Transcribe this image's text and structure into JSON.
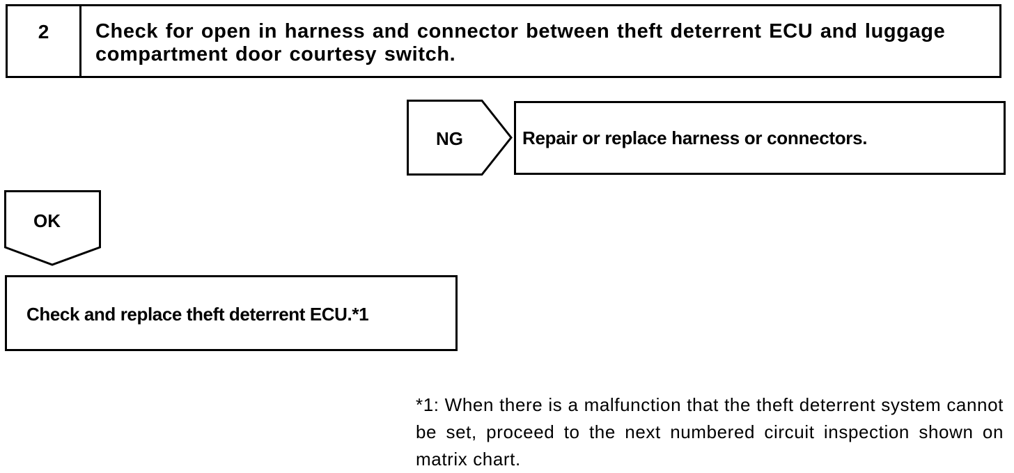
{
  "step": {
    "number": "2",
    "text": "Check for open in harness and connector between theft deterrent ECU and luggage compartment door courtesy switch."
  },
  "branches": {
    "ng": {
      "label": "NG",
      "result": "Repair or replace harness or connectors."
    },
    "ok": {
      "label": "OK",
      "result": "Check and replace theft deterrent ECU.*1"
    }
  },
  "footnote": "*1: When there is a malfunction that the theft deterrent system cannot be set, proceed to the next numbered circuit inspection shown on matrix chart."
}
